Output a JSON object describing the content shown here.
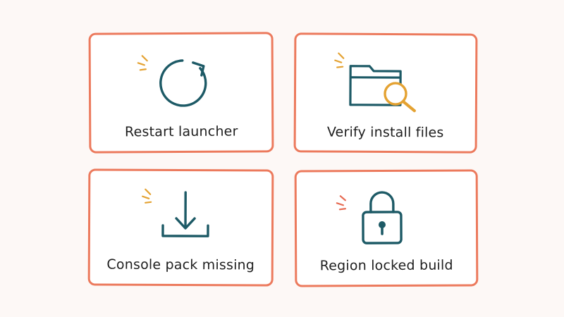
{
  "cards": [
    {
      "label": "Restart launcher",
      "icon": "refresh-icon"
    },
    {
      "label": "Verify install files",
      "icon": "folder-search-icon"
    },
    {
      "label": "Console pack missing",
      "icon": "download-icon"
    },
    {
      "label": "Region locked build",
      "icon": "padlock-icon"
    }
  ],
  "colors": {
    "card_border": "#ec7a5d",
    "icon_stroke": "#1d5a66",
    "accent": "#e4a232",
    "spark_red": "#e66a52",
    "background": "#fdf8f6"
  }
}
